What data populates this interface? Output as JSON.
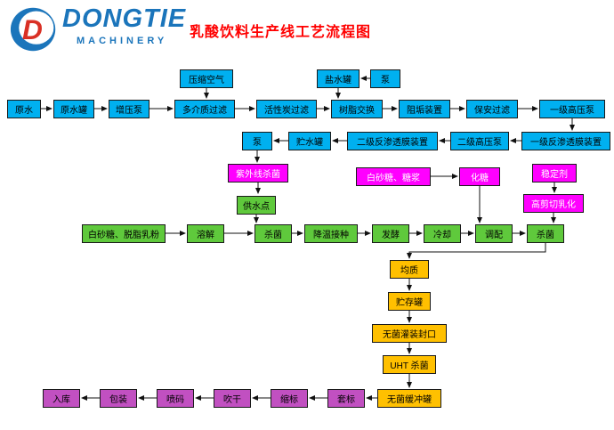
{
  "logo": {
    "brand": "DONGTIE",
    "tagline": "MACHINERY"
  },
  "title": "乳酸饮料生产线工艺流程图",
  "colors": {
    "cyan": "#00B0F0",
    "magenta": "#FF00FF",
    "green": "#5FC93C",
    "orange": "#FFC000",
    "purple": "#C150C1",
    "title_red": "#FF0000",
    "brand_blue": "#1B75BB"
  },
  "nodes": {
    "compressed_air": "压缩空气",
    "salt_tank": "盐水罐",
    "salt_pump": "泵",
    "raw_water": "原水",
    "raw_water_tank": "原水罐",
    "booster_pump": "增压泵",
    "multimedia_filter": "多介质过滤",
    "carbon_filter": "活性炭过滤",
    "resin_exchange": "树脂交换",
    "antiscalant_device": "阻垢装置",
    "security_filter": "保安过滤",
    "first_hp_pump": "一级高压泵",
    "first_ro": "一级反渗透膜装置",
    "second_hp_pump": "二级高压泵",
    "second_ro": "二级反渗透膜装置",
    "water_storage_tank": "贮水罐",
    "feed_pump": "泵",
    "uv_sterilizer": "紫外线杀菌",
    "water_supply_point": "供水点",
    "sugar_syrup": "白砂糖、糖浆",
    "sugar_melting": "化糖",
    "stabilizer": "稳定剂",
    "high_shear_emulsifier": "高剪切乳化",
    "sugar_milk_powder": "白砂糖、脱脂乳粉",
    "dissolve": "溶解",
    "sterilize_a": "杀菌",
    "cooling_inoculation": "降温接种",
    "fermentation": "发酵",
    "cooling": "冷却",
    "blending": "调配",
    "sterilize_b": "杀菌",
    "homogenize": "均质",
    "storage_tank": "贮存罐",
    "aseptic_filling": "无菌灌装封口",
    "uht_sterilize": "UHT 杀菌",
    "aseptic_buffer_tank": "无菌缓冲罐",
    "sleeve_label": "套标",
    "shrink_label": "缩标",
    "blow_dry": "吹干",
    "inkjet_coding": "喷码",
    "packing": "包装",
    "warehouse": "入库"
  }
}
